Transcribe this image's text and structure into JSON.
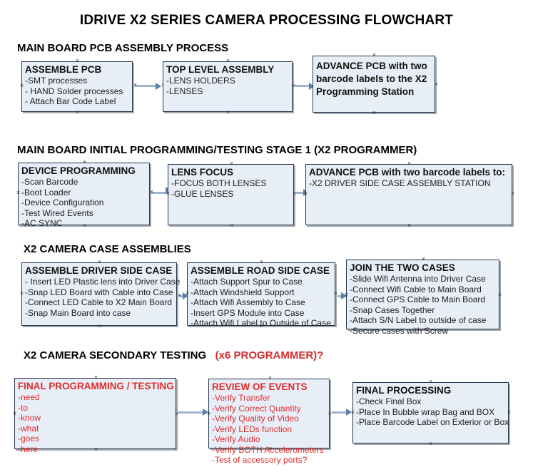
{
  "document": {
    "title": "IDRIVE X2  SERIES CAMERA PROCESSING FLOWCHART"
  },
  "sections": [
    {
      "id": "main-board-pcb-assembly-process",
      "heading": "MAIN BOARD PCB ASSEMBLY PROCESS",
      "heading_accent": "",
      "boxes": [
        {
          "id": "assemble-pcb",
          "title": "ASSEMBLE PCB",
          "lines": [
            "-SMT processes",
            "- HAND Solder processes",
            "- Attach Bar Code Label"
          ],
          "color": "black"
        },
        {
          "id": "top-level-assembly",
          "title": "TOP LEVEL ASSEMBLY",
          "lines": [
            "-LENS HOLDERS",
            "-LENSES"
          ],
          "color": "black"
        },
        {
          "id": "advance-pcb-to-x2-programming-station",
          "title": "ADVANCE PCB with two barcode labels to the  X2 Programming Station",
          "lines": [],
          "color": "black"
        }
      ]
    },
    {
      "id": "main-board-initial-programming",
      "heading": "MAIN BOARD INITIAL PROGRAMMING/TESTING STAGE 1 (X2 PROGRAMMER)",
      "heading_accent": "",
      "boxes": [
        {
          "id": "device-programming",
          "title": "DEVICE PROGRAMMING",
          "lines": [
            "-Scan Barcode",
            "-Boot Loader",
            "-Device Configuration",
            "-Test Wired Events",
            "-AC SYNC"
          ],
          "color": "black"
        },
        {
          "id": "lens-focus",
          "title": "LENS FOCUS",
          "lines": [
            "-FOCUS BOTH LENSES",
            "-GLUE LENSES"
          ],
          "color": "black"
        },
        {
          "id": "advance-pcb-to-driver-side-case-assembly",
          "title": "ADVANCE PCB with two barcode labels to:",
          "lines": [
            "-X2 DRIVER  SIDE  CASE  ASSEMBLY STATION"
          ],
          "color": "black"
        }
      ]
    },
    {
      "id": "x2-camera-case-assemblies",
      "heading": "X2 CAMERA CASE ASSEMBLIES",
      "heading_accent": "",
      "boxes": [
        {
          "id": "assemble-driver-side-case",
          "title": "ASSEMBLE DRIVER SIDE CASE",
          "lines": [
            "- Insert LED Plastic lens into Driver Case",
            "-Snap LED Board with Cable into Case",
            "-Connect LED Cable to X2 Main Board",
            "-Snap Main Board into case"
          ],
          "color": "black"
        },
        {
          "id": "assemble-road-side-case",
          "title": "ASSEMBLE ROAD SIDE CASE",
          "lines": [
            "-Attach Support Spur to Case",
            "-Attach Windshield Support",
            "-Attach Wifi Assembly to Case",
            "-Insert GPS Module into Case",
            "-Attach Wifi Label to Outside of Case"
          ],
          "color": "black"
        },
        {
          "id": "join-the-two-cases",
          "title": "JOIN THE TWO CASES",
          "lines": [
            "-Slide Wifi Antenna into Driver Case",
            "-Connect Wifi Cable to Main Board",
            "-Connect GPS Cable to Main Board",
            "-Snap Cases Together",
            "-Attach S/N Label to outside of case",
            "-Secure cases with Screw"
          ],
          "color": "black"
        }
      ]
    },
    {
      "id": "x2-camera-secondary-testing",
      "heading": "X2 CAMERA SECONDARY TESTING",
      "heading_accent": "(x6 PROGRAMMER)?",
      "boxes": [
        {
          "id": "final-programming-testing",
          "title": "FINAL PROGRAMMING / TESTING",
          "lines": [
            "-need",
            "-to",
            "-know",
            "-what",
            "-goes",
            "-here"
          ],
          "color": "red"
        },
        {
          "id": "review-of-events",
          "title": "REVIEW OF EVENTS",
          "lines": [
            "-Verify Transfer",
            "-Verify Correct Quantity",
            "-Verify Quality of Video",
            "-Verify LEDs function",
            "-Verify Audio",
            "-Verify BOTH Accelerometers",
            "-Test of accessory ports?"
          ],
          "color": "red"
        },
        {
          "id": "final-processing",
          "title": "FINAL PROCESSING",
          "lines": [
            " -Check Final Box",
            "-Place In Bubble wrap Bag and BOX",
            "-Place Barcode Label on Exterior or Box"
          ],
          "color": "black"
        }
      ]
    }
  ],
  "colors": {
    "box_fill": "#e8eef7",
    "box_border": "#26374d",
    "accent_red": "#e02b2b",
    "connector": "#9fb5cd",
    "arrowhead": "#5b7ea6"
  }
}
